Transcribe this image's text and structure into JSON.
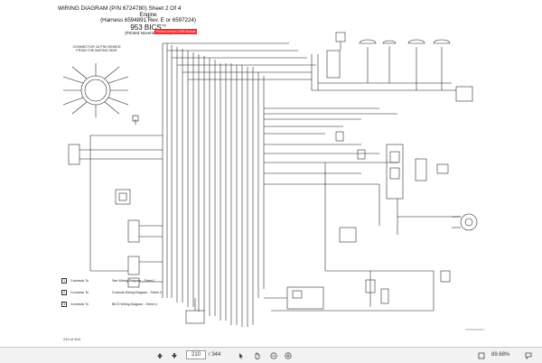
{
  "header": {
    "title": "WIRING DIAGRAM (P/N 6724780) Sheet 2 Of 4",
    "subtitle": "Engine",
    "harness": "(Harness 6594891 Rev. E or 6597224)",
    "model": "953 BICS",
    "model_tm": "TM",
    "printed": "(Printed November 1999)"
  },
  "stamp": {
    "text": "Printed version 1999 Bobcat",
    "color": "#ff2a2a"
  },
  "connector_label": "CONNECTOR 16 PIN VIEWED FROM THE MATING SIDE",
  "legend": [
    {
      "box": "1",
      "connects_to": "Connects To",
      "description": "See Wiring Diagram - Sheet 1"
    },
    {
      "box": "2",
      "connects_to": "Connects To",
      "description": "Controls Wiring Diagram - Sheet 3"
    },
    {
      "box": "3",
      "connects_to": "Connects To",
      "description": "BICS Wiring Diagram - Sheet 4"
    }
  ],
  "page_label": "210 of 344",
  "footnote": "6724780 MG/WD 2",
  "toolbar": {
    "page_current": "210",
    "page_total": "/ 344",
    "zoom": "89.68%",
    "icons": [
      "up-arrow-icon",
      "down-arrow-icon",
      "select-icon",
      "hand-icon",
      "zoom-out-icon",
      "zoom-in-icon",
      "tools-icon",
      "comment-icon"
    ]
  }
}
